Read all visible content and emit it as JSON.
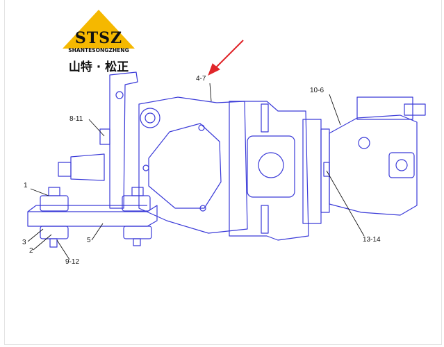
{
  "logo": {
    "mark": "STSZ",
    "company": "SHANTESONGZHENG",
    "chinese": "山特 · 松正",
    "color": "#F5B800"
  },
  "colors": {
    "line": "#3a3ad8",
    "leader": "#111111",
    "arrow": "#e0262a"
  },
  "callouts": {
    "c47": "4-7",
    "c106": "10-6",
    "c811": "8-11",
    "c1": "1",
    "c3": "3",
    "c2": "2",
    "c5": "5",
    "c912": "9-12",
    "c1314": "13-14"
  }
}
